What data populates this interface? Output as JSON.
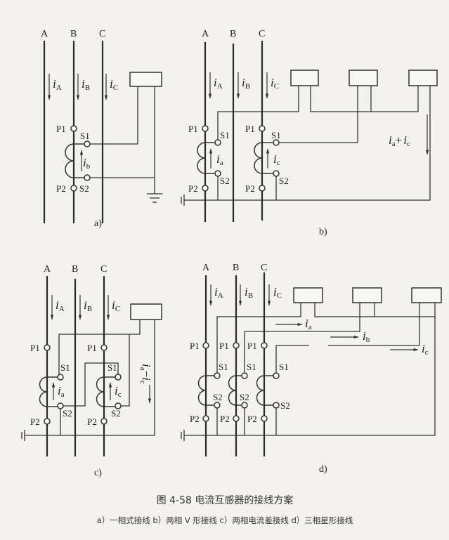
{
  "phases": [
    "A",
    "B",
    "C"
  ],
  "currents": {
    "main": "i",
    "A": "A",
    "B": "B",
    "C": "C",
    "a": "a",
    "b": "b",
    "c": "c",
    "plus": "+",
    "minus": "−"
  },
  "terminals": {
    "p1": "P1",
    "p2": "P2",
    "s1": "S1",
    "s2": "S2"
  },
  "panels": {
    "a": "a)",
    "b": "b)",
    "c": "c)",
    "d": "d)"
  },
  "caption": {
    "title": "图 4-58  电流互感器的接线方案",
    "subtitle": "a）一相式接线   b）两相 V 形接线   c）两相电流差接线   d）三相星形接线"
  },
  "colors": {
    "ink": "#2a2a2a",
    "paper": "#f3f2ef"
  }
}
